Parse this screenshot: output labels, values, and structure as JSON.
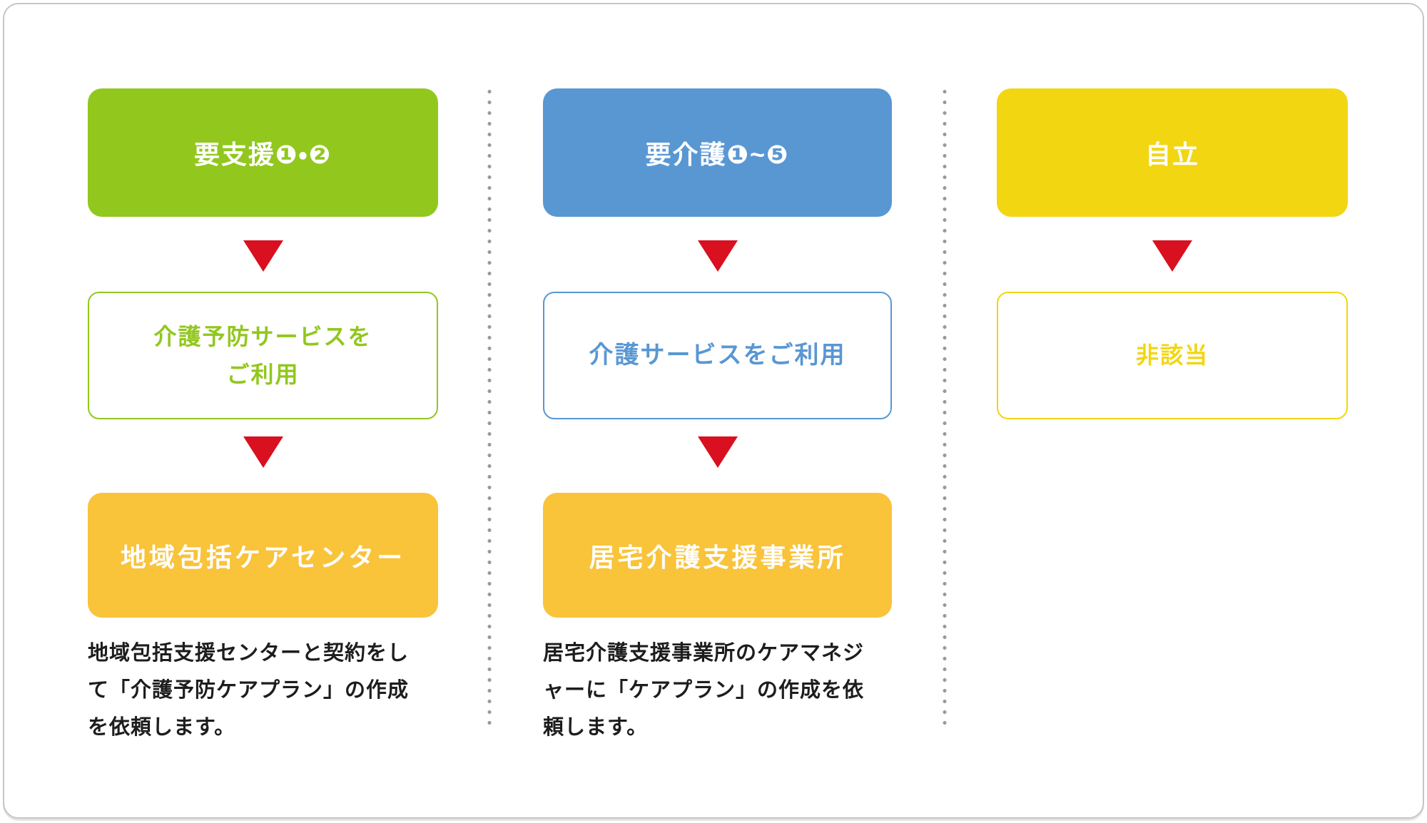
{
  "diagram": {
    "title": "",
    "arrow_color": "#d8101f",
    "separator_color": "#9a9a9a",
    "office_box_color": "#f9c33a",
    "frame_border_color": "#c6c6c6",
    "columns": [
      {
        "level": "要支援❶・❷",
        "accent_color": "#92c71e",
        "service_lines": [
          "介護予防サービスを",
          "ご利用"
        ],
        "office": "地域包括ケアセンター",
        "description_lines": [
          "地域包括支援センターと契約をし",
          "て「介護予防ケアプラン」の作成",
          "を依頼します。"
        ]
      },
      {
        "level": "要介護❶~❺",
        "accent_color": "#5997d3",
        "service_lines": [
          "介護サービスをご利用"
        ],
        "office": "居宅介護支援事業所",
        "description_lines": [
          "居宅介護支援事業所のケアマネジ",
          "ャーに「ケアプラン」の作成を依",
          "頼します。"
        ]
      },
      {
        "level": "自立",
        "accent_color": "#f2d611",
        "service_lines": [
          "非該当"
        ],
        "office": "",
        "description_lines": []
      }
    ]
  }
}
